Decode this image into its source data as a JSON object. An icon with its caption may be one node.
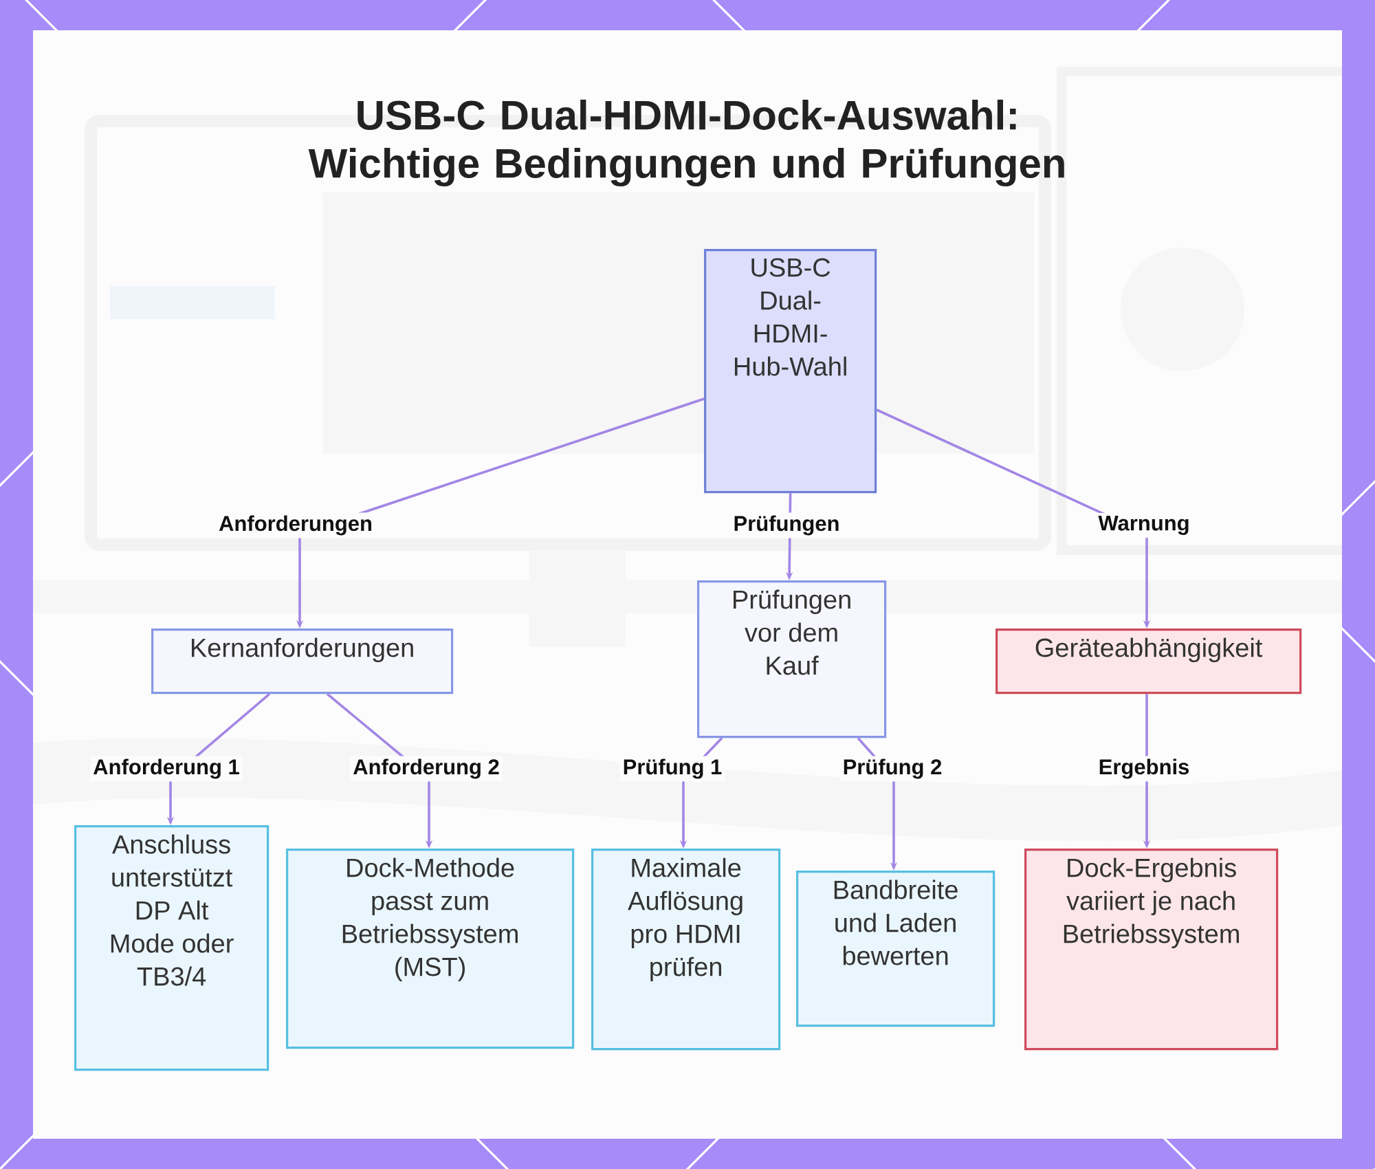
{
  "diagram": {
    "title": "USB-C Dual-HDMI-Dock-Auswahl: Wichtige Bedingungen und Prüfungen",
    "nodes": [
      {
        "text": [
          "USB-C Dual-HDMI-Hub-Wahl"
        ]
      },
      {
        "text": [
          "Kernanforderungen"
        ]
      },
      {
        "text": [
          "Prüfungen vor dem Kauf"
        ]
      },
      {
        "text": [
          "Geräteabhängigkeit"
        ]
      },
      {
        "text": [
          "Anschluss unterstützt DP Alt Mode oder TB3/4"
        ]
      },
      {
        "text": [
          "Dock-Methode passt zum Betriebssystem (MST)"
        ]
      },
      {
        "text": [
          "Maximale Auflösung pro HDMI prüfen"
        ]
      },
      {
        "text": [
          "Bandbreite und Laden bewerten"
        ]
      },
      {
        "text": [
          "Dock-Ergebnis variiert je nach Betriebssystem"
        ]
      }
    ],
    "edges": [
      {
        "from": 0,
        "to": 1,
        "arrow": "to",
        "label": "Anforderungen"
      },
      {
        "from": 0,
        "to": 2,
        "arrow": "to",
        "label": "Prüfungen"
      },
      {
        "from": 0,
        "to": 3,
        "arrow": "to",
        "label": "Warnung"
      },
      {
        "from": 1,
        "to": 4,
        "arrow": "to",
        "label": "Anforderung 1"
      },
      {
        "from": 1,
        "to": 5,
        "arrow": "to",
        "label": "Anforderung 2"
      },
      {
        "from": 2,
        "to": 6,
        "arrow": "to",
        "label": "Prüfung 1"
      },
      {
        "from": 2,
        "to": 7,
        "arrow": "to",
        "label": "Prüfung 2"
      },
      {
        "from": 3,
        "to": 8,
        "arrow": "to",
        "label": "Ergebnis"
      }
    ]
  }
}
